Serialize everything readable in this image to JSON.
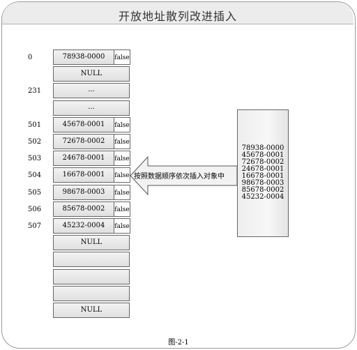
{
  "title": "开放地址散列改进插入",
  "caption": "图-2-1",
  "arrow_label": "按照数据顺序依次插入对象中",
  "table": [
    {
      "index": "0",
      "value": "78938-0000",
      "flag": "false"
    },
    {
      "index": "",
      "value": "NULL",
      "flag": null
    },
    {
      "index": "231",
      "value": "...",
      "flag": null
    },
    {
      "index": "",
      "value": "...",
      "flag": null
    },
    {
      "index": "501",
      "value": "45678-0001",
      "flag": "false"
    },
    {
      "index": "502",
      "value": "72678-0002",
      "flag": "false"
    },
    {
      "index": "503",
      "value": "24678-0001",
      "flag": "false"
    },
    {
      "index": "504",
      "value": "16678-0001",
      "flag": "false"
    },
    {
      "index": "505",
      "value": "98678-0003",
      "flag": "false"
    },
    {
      "index": "506",
      "value": "85678-0002",
      "flag": "false"
    },
    {
      "index": "507",
      "value": "45232-0004",
      "flag": "false"
    },
    {
      "index": "",
      "value": "NULL",
      "flag": null
    },
    {
      "index": "",
      "value": "",
      "flag": null
    },
    {
      "index": "",
      "value": "",
      "flag": null
    },
    {
      "index": "",
      "value": "",
      "flag": null
    },
    {
      "index": "",
      "value": "NULL",
      "flag": null
    }
  ],
  "input_list": [
    "78938-0000",
    "45678-0001",
    "72678-0002",
    "24678-0001",
    "16678-0001",
    "98678-0003",
    "85678-0002",
    "45232-0004"
  ]
}
